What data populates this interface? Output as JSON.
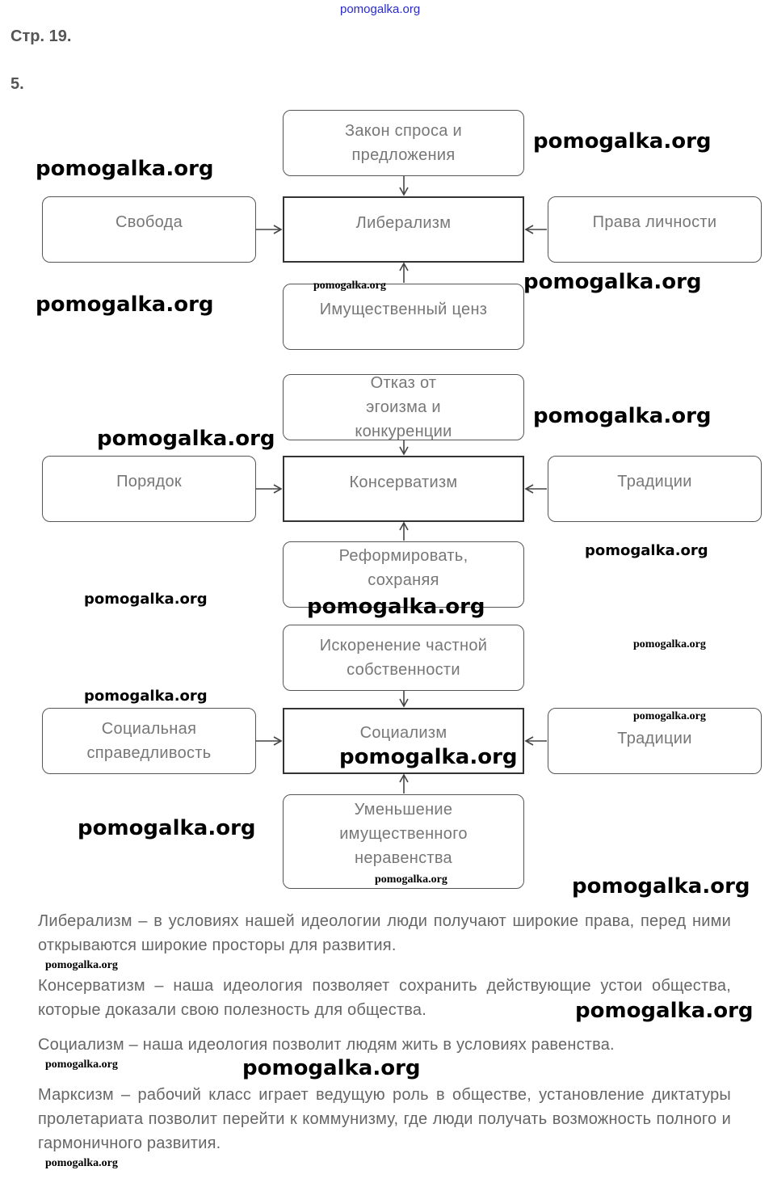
{
  "header": {
    "site": "pomogalka.org",
    "page_label": "Стр. 19.",
    "task_number": "5."
  },
  "diagrams": [
    {
      "center": "Либерализм",
      "top": "Закон спроса и предложения",
      "left": "Свобода",
      "right": "Права личности",
      "bottom": "Имущественный ценз"
    },
    {
      "center": "Консерватизм",
      "top": "Отказ от эгоизма и конкуренции",
      "left": "Порядок",
      "right": "Традиции",
      "bottom": "Реформировать, сохраняя"
    },
    {
      "center": "Социализм",
      "top": "Искоренение частной собственности",
      "left": "Социальная справедливость",
      "right": "Традиции",
      "bottom": "Уменьшение имущественного неравенства"
    }
  ],
  "paragraphs": [
    "Либерализм – в условиях нашей идеологии люди получают широкие права, перед ними открываются широкие просторы для развития.",
    "Консерватизм – наша идеология позволяет сохранить действующие устои общества, которые доказали свою полезность для общества.",
    "Социализм – наша идеология позволит людям жить в условиях равенства.",
    "Марксизм – рабочий класс играет ведущую роль в обществе, установление диктатуры пролетариата позволит перейти к коммунизму, где люди получать возможность полного и гармоничного развития."
  ],
  "watermark": "pomogalka.org"
}
